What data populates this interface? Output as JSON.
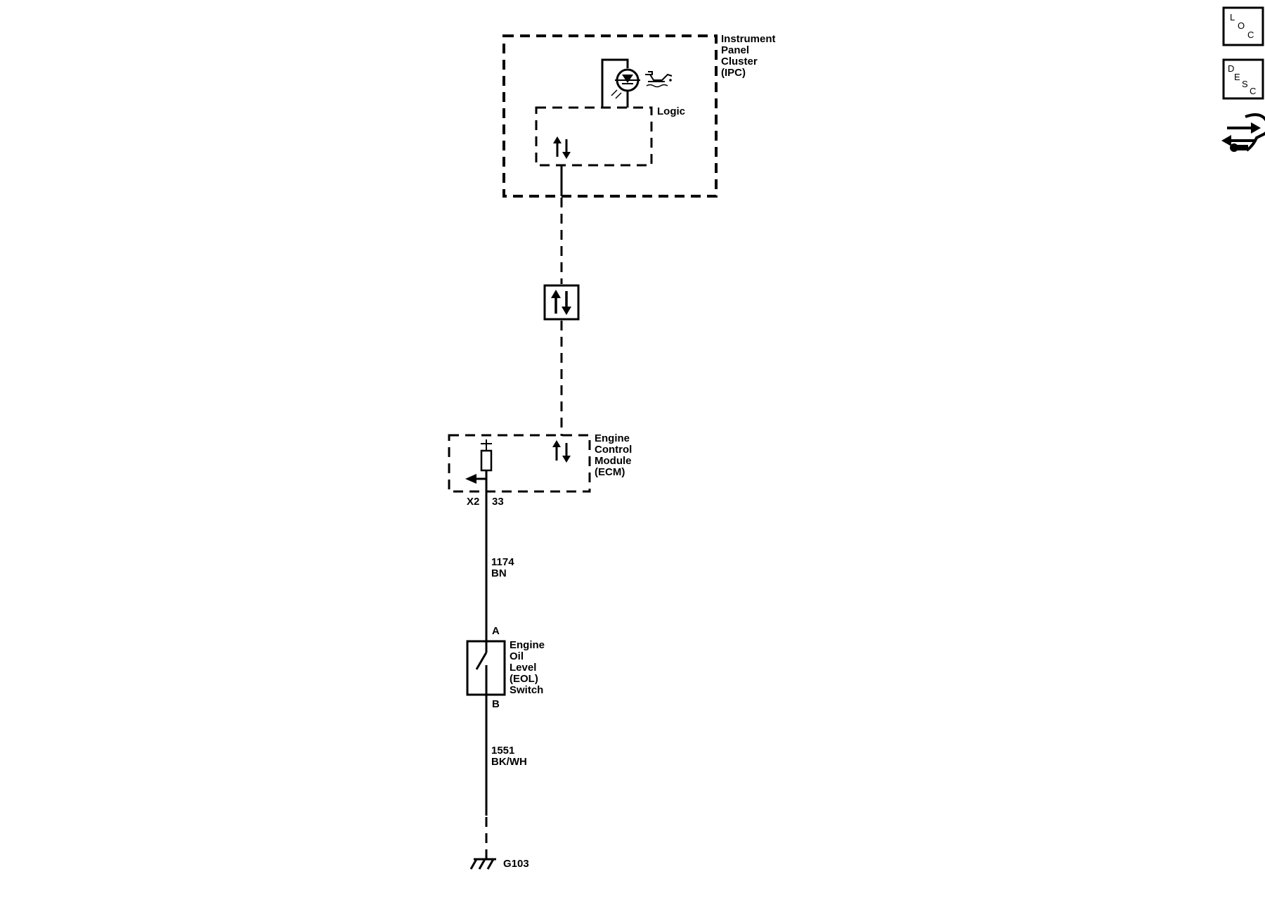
{
  "ipc": {
    "label_lines": [
      "Instrument",
      "Panel",
      "Cluster",
      "(IPC)"
    ],
    "logic_label": "Logic"
  },
  "ecm": {
    "label_lines": [
      "Engine",
      "Control",
      "Module",
      "(ECM)"
    ],
    "connector": "X2",
    "pin": "33"
  },
  "wire_upper": {
    "circuit": "1174",
    "color": "BN"
  },
  "switch": {
    "label_lines": [
      "Engine",
      "Oil",
      "Level",
      "(EOL)",
      "Switch"
    ],
    "terminal_a": "A",
    "terminal_b": "B"
  },
  "wire_lower": {
    "circuit": "1551",
    "color": "BK/WH"
  },
  "ground": {
    "label": "G103"
  },
  "side_icons": {
    "loc": {
      "l": "L",
      "o": "O",
      "c": "C"
    },
    "desc": {
      "d": "D",
      "e": "E",
      "s": "S",
      "c": "C"
    },
    "repair_icon": "connector-repair-icon"
  }
}
